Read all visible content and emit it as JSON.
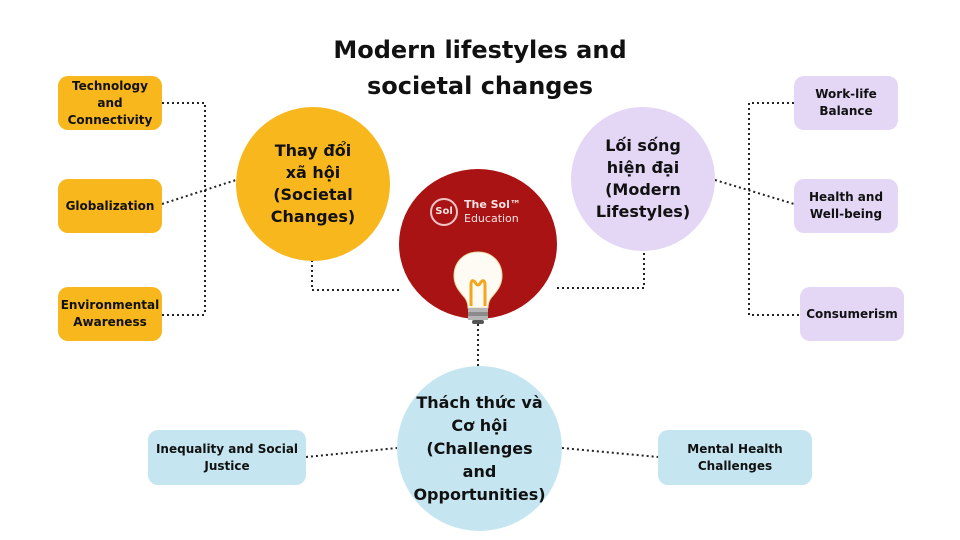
{
  "title": {
    "line1": "Modern lifestyles and",
    "line2": "societal changes"
  },
  "center": {
    "logo_mark": "Sol",
    "logo_line1": "The Sol™",
    "logo_line2": "Education",
    "icon": "light-bulb-icon"
  },
  "hubs": {
    "societal": {
      "lines": [
        "Thay đổi",
        "xã hội",
        "(Societal",
        "Changes)"
      ],
      "color": "#f7b71d"
    },
    "modern": {
      "lines": [
        "Lối sống",
        "hiện đại",
        "(Modern",
        "Lifestyles)"
      ],
      "color": "#e4d7f6"
    },
    "challenges": {
      "lines": [
        "Thách thức và",
        "Cơ hội",
        "(Challenges",
        "and",
        "Opportunities)"
      ],
      "color": "#c5e6f0"
    }
  },
  "boxes": {
    "technology": {
      "lines": [
        "Technology and",
        "Connectivity"
      ]
    },
    "globalization": {
      "lines": [
        "Globalization"
      ]
    },
    "environmental": {
      "lines": [
        "Environmental",
        "Awareness"
      ]
    },
    "worklife": {
      "lines": [
        "Work-life",
        "Balance"
      ]
    },
    "health": {
      "lines": [
        "Health and",
        "Well-being"
      ]
    },
    "consumerism": {
      "lines": [
        "Consumerism"
      ]
    },
    "inequality": {
      "lines": [
        "Inequality and Social",
        "Justice"
      ]
    },
    "mental": {
      "lines": [
        "Mental Health",
        "Challenges"
      ]
    }
  },
  "colors": {
    "center": "#a91313",
    "connector": "#222222"
  }
}
